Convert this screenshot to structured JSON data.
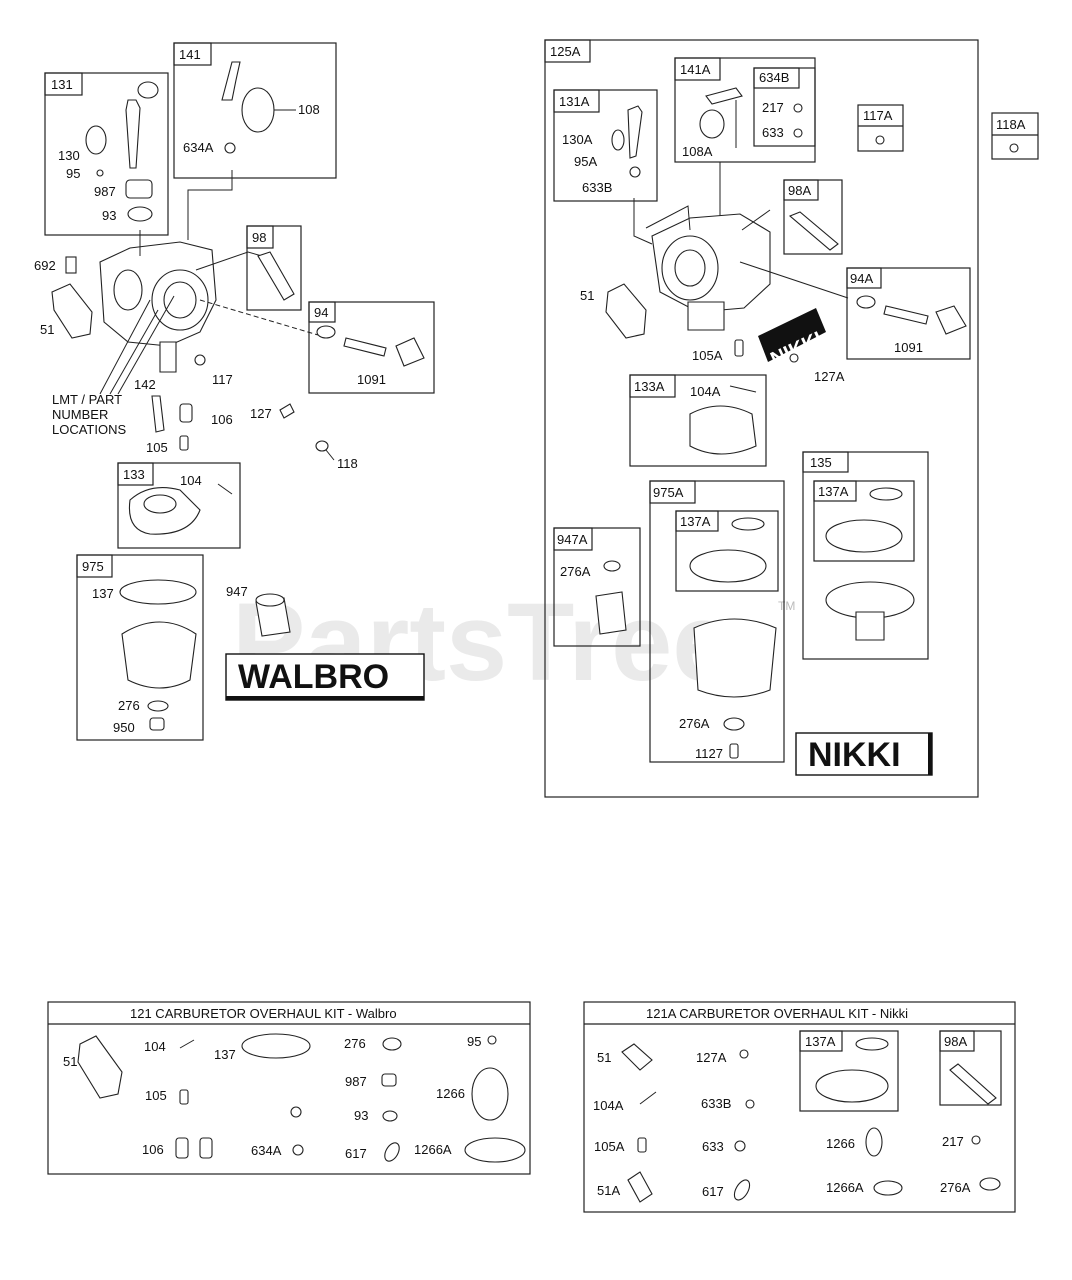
{
  "watermark": {
    "text": "PartsTree",
    "tm": "TM"
  },
  "walbro_section": {
    "boxes": {
      "b131": "131",
      "b141": "141",
      "b98": "98",
      "b94": "94",
      "b133": "133",
      "b975": "975"
    },
    "callouts": {
      "c130": "130",
      "c95": "95",
      "c987": "987",
      "c93": "93",
      "c108": "108",
      "c634a": "634A",
      "c692": "692",
      "c51": "51",
      "c142": "142",
      "c117": "117",
      "c106": "106",
      "c105": "105",
      "c1091": "1091",
      "c127": "127",
      "c118": "118",
      "c104": "104",
      "c137": "137",
      "c276": "276",
      "c950": "950",
      "c947": "947"
    },
    "lmt_label": [
      "LMT / PART",
      "NUMBER",
      "LOCATIONS"
    ],
    "brand": "WALBRO"
  },
  "nikki_section": {
    "boxes": {
      "b125a": "125A",
      "b131a": "131A",
      "b141a": "141A",
      "b634b": "634B",
      "b117a": "117A",
      "b118a": "118A",
      "b98a": "98A",
      "b94a": "94A",
      "b133a": "133A",
      "b947a": "947A",
      "b975a": "975A",
      "b137a_1": "137A",
      "b135": "135",
      "b137a_2": "137A"
    },
    "callouts": {
      "c130a": "130A",
      "c95a": "95A",
      "c633b": "633B",
      "c108a": "108A",
      "c217": "217",
      "c633": "633",
      "c51": "51",
      "c105a": "105A",
      "c127a": "127A",
      "c1091": "1091",
      "c104a": "104A",
      "c276a_1": "276A",
      "c276a_2": "276A",
      "c1127": "1127"
    },
    "tag": "NIKKI",
    "brand": "NIKKI"
  },
  "kit_walbro": {
    "title": "121 CARBURETOR OVERHAUL KIT - Walbro",
    "callouts": {
      "k51": "51",
      "k104": "104",
      "k137": "137",
      "k276": "276",
      "k95": "95",
      "k105": "105",
      "k987": "987",
      "k1266": "1266",
      "k93": "93",
      "k106": "106",
      "k634a": "634A",
      "k617": "617",
      "k1266a": "1266A"
    }
  },
  "kit_nikki": {
    "title": "121A CARBURETOR OVERHAUL KIT - Nikki",
    "boxes": {
      "b137a": "137A",
      "b98a": "98A"
    },
    "callouts": {
      "k51": "51",
      "k127a": "127A",
      "k104a": "104A",
      "k633b": "633B",
      "k105a": "105A",
      "k633": "633",
      "k1266": "1266",
      "k217": "217",
      "k51a": "51A",
      "k617": "617",
      "k1266a": "1266A",
      "k276a": "276A"
    }
  }
}
